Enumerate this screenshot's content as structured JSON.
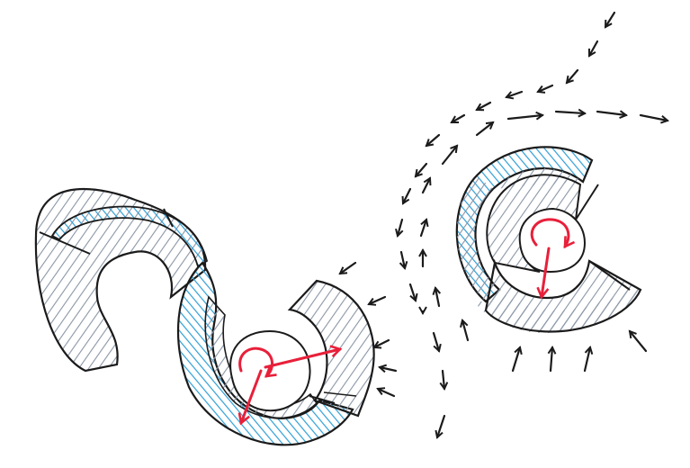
{
  "colors": {
    "background": "#ffffff",
    "ink": "#1b1b1b",
    "hatch_grey": "#8a96a6",
    "hatch_blue": "#2f9fd6",
    "torque_red": "#e8203a",
    "flow_arrow": "#1b1b1b"
  },
  "figure": {
    "kind": "hand-drawn sketch",
    "subjects": [
      "s-shaped-segmented-body",
      "c-shaped-segmented-body",
      "flow-field-arrows"
    ],
    "text_labels": []
  }
}
